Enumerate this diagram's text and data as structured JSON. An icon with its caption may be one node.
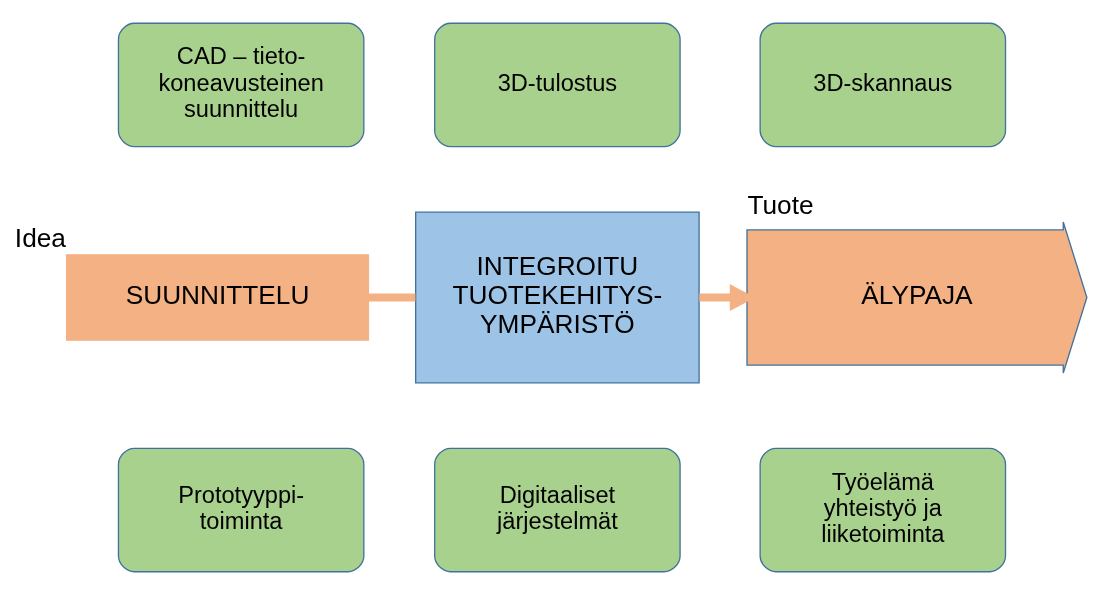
{
  "diagram": {
    "nodes": [
      {
        "text": [
          "CAD – tieto-koneavusteinen suunnittelu"
        ]
      },
      {
        "text": [
          "3D-tulostus"
        ]
      },
      {
        "text": [
          "3D-skannaus"
        ]
      },
      {
        "text": [
          "Prototyyppi-toiminta"
        ]
      },
      {
        "text": [
          "Digitaaliset järjestelmät"
        ]
      },
      {
        "text": [
          "Työelämä yhteistyö ja liiketoiminta"
        ]
      },
      {
        "text": [
          "SUUNNITTELU"
        ],
        "beside": [
          "Idea"
        ]
      },
      {
        "text": [
          "INTEGROITU TUOTEKEHITYS-YMPÄRISTÖ"
        ]
      },
      {
        "text": [
          "ÄLYPAJA"
        ],
        "beside": [
          "Tuote"
        ]
      }
    ],
    "edges": [
      {
        "from": 6,
        "to": 7,
        "arrow": "none",
        "color": "#f4b183"
      },
      {
        "from": 7,
        "to": 8,
        "arrow": "to",
        "color": "#f4b183"
      }
    ]
  }
}
